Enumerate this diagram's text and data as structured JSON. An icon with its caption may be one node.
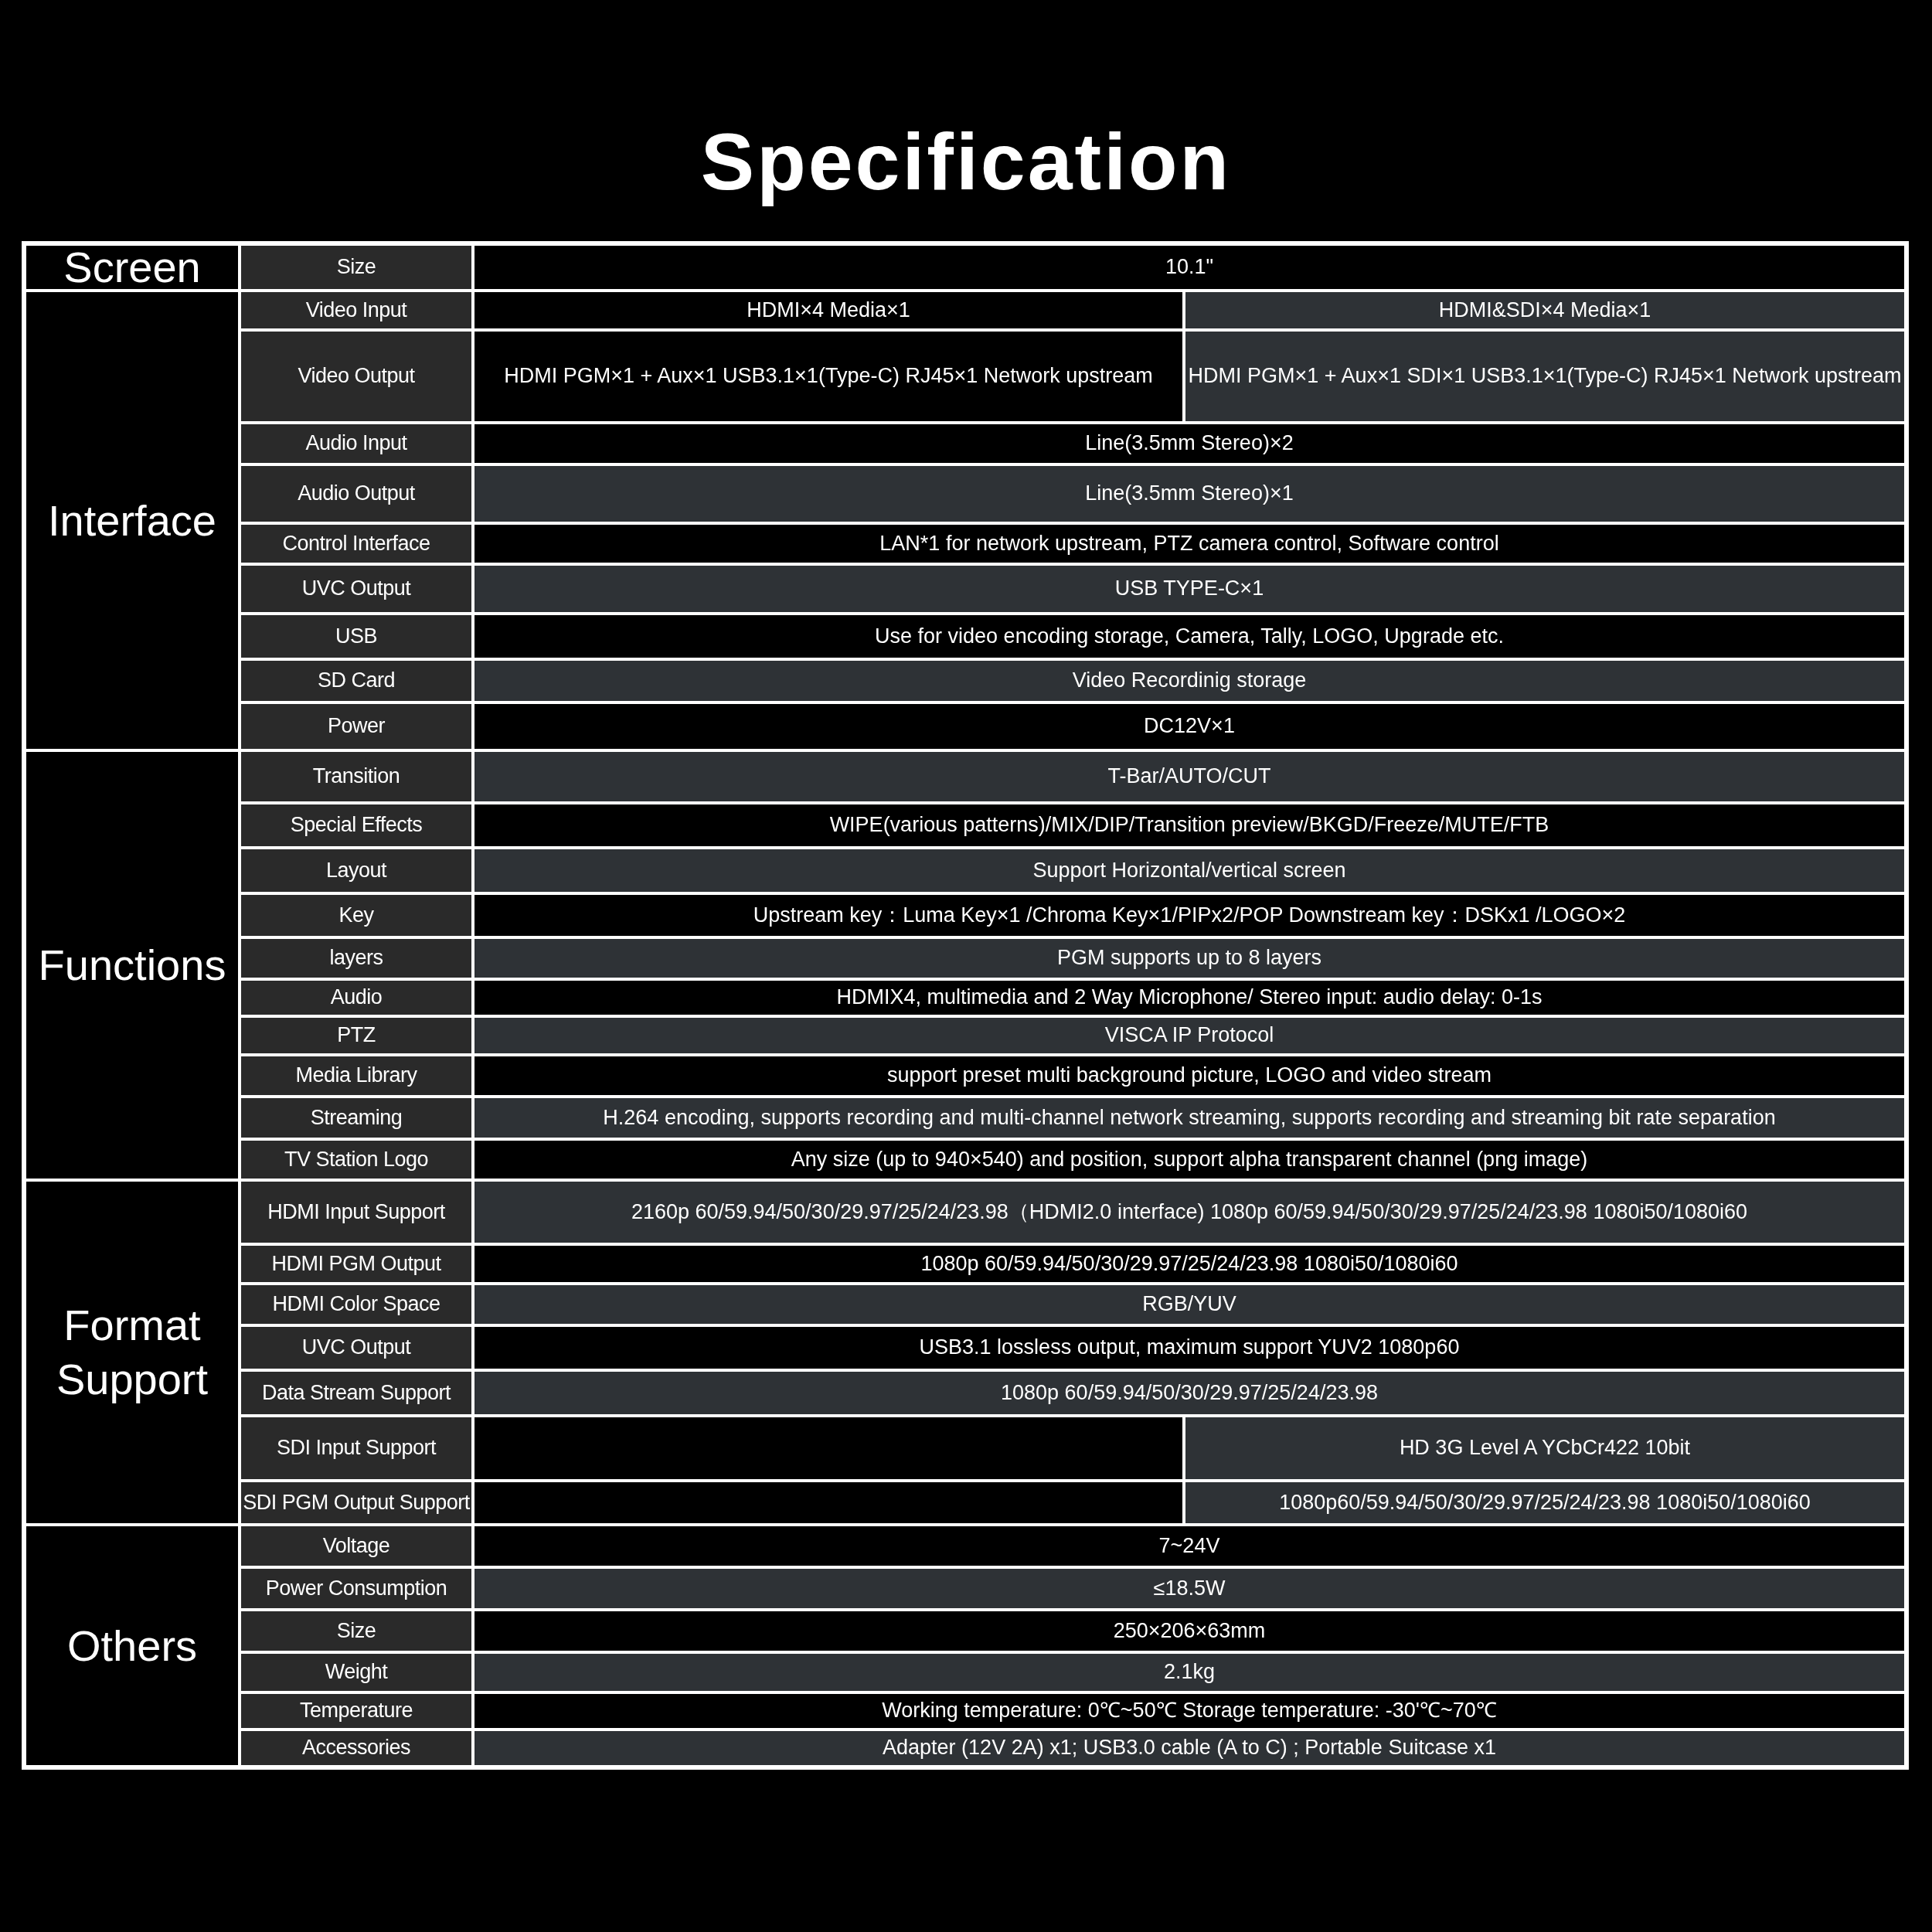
{
  "diagram": {
    "title": "Specification",
    "labels": [
      "Screen",
      "Size",
      "10.1\"",
      "Interface",
      "Video Input",
      "HDMI×4 Media×1",
      "HDMI&SDI×4 Media×1",
      "Video Output",
      "HDMI PGM×1 + Aux×1 USB3.1×1(Type-C) RJ45×1 Network upstream",
      "HDMI PGM×1 + Aux×1 SDI×1 USB3.1×1(Type-C) RJ45×1 Network upstream",
      "Audio Input",
      "Line(3.5mm Stereo)×2",
      "Audio Output",
      "Line(3.5mm Stereo)×1",
      "Control Interface",
      "LAN*1 for network upstream, PTZ camera control, Software control",
      "UVC Output",
      "USB TYPE-C×1",
      "USB",
      "Use for video encoding storage, Camera, Tally, LOGO, Upgrade etc.",
      "SD Card",
      "Video Recordinig storage",
      "Power",
      "DC12V×1",
      "Functions",
      "Transition",
      "T-Bar/AUTO/CUT",
      "Special Effects",
      "WIPE(various patterns)/MIX/DIP/Transition preview/BKGD/Freeze/MUTE/FTB",
      "Layout",
      "Support Horizontal/vertical screen",
      "Key",
      "Upstream key：Luma Key×1 /Chroma Key×1/PIPx2/POP  Downstream key：DSKx1 /LOGO×2",
      "layers",
      "PGM supports up to 8 layers",
      "Audio",
      "HDMIX4, multimedia and 2 Way Microphone/ Stereo input: audio delay: 0-1s",
      "PTZ",
      "VISCA IP Protocol",
      "Media Library",
      "support preset multi background picture, LOGO and video stream",
      "Streaming",
      "H.264 encoding, supports recording and multi-channel network streaming, supports recording and streaming bit rate separation",
      "TV Station Logo",
      "Any size (up to 940×540) and position, support alpha transparent channel (png image)",
      "Format Support",
      "HDMI Input Support",
      "2160p 60/59.94/50/30/29.97/25/24/23.98（HDMI2.0 interface) 1080p 60/59.94/50/30/29.97/25/24/23.98 1080i50/1080i60",
      "HDMI PGM Output",
      "1080p 60/59.94/50/30/29.97/25/24/23.98 1080i50/1080i60",
      "HDMI Color Space",
      "RGB/YUV",
      "UVC Output",
      "USB3.1 lossless output, maximum support YUV2 1080p60",
      "Data Stream Support",
      "1080p 60/59.94/50/30/29.97/25/24/23.98",
      "SDI Input Support",
      "HD 3G Level A YCbCr422 10bit",
      "SDI PGM Output Support",
      "1080p60/59.94/50/30/29.97/25/24/23.98 1080i50/1080i60",
      "Others",
      "Voltage",
      "7~24V",
      "Power Consumption",
      "≤18.5W",
      "Size",
      "250×206×63mm",
      "Weight",
      "2.1kg",
      "Temperature",
      "Working temperature: 0℃~50℃ Storage temperature:  -30'℃~70℃",
      "Accessories",
      "Adapter (12V 2A) x1; USB3.0 cable (A to C) ; Portable Suitcase x1"
    ]
  }
}
